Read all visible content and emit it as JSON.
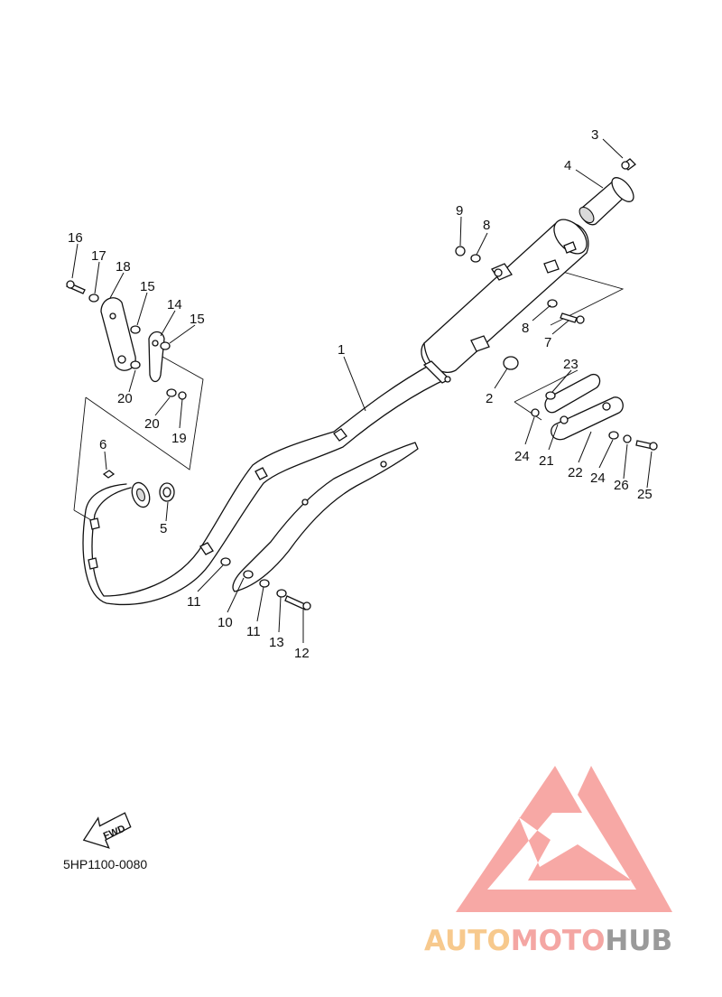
{
  "diagram": {
    "drawing_code": "5HP1100-0080",
    "direction_label": "FWD",
    "callouts": [
      "1",
      "2",
      "3",
      "4",
      "5",
      "6",
      "7",
      "8",
      "8",
      "9",
      "10",
      "11",
      "11",
      "12",
      "13",
      "14",
      "15",
      "15",
      "16",
      "17",
      "18",
      "19",
      "20",
      "20",
      "21",
      "22",
      "23",
      "24",
      "24",
      "25",
      "26"
    ]
  },
  "watermark": {
    "part1": "AUTO",
    "part2": "MOTO",
    "part3": "HUB",
    "colors": {
      "part1": "#f7c98d",
      "part2": "#f4a6a3",
      "part3": "#9a9a9a",
      "logo": "#f7a3a0"
    }
  }
}
